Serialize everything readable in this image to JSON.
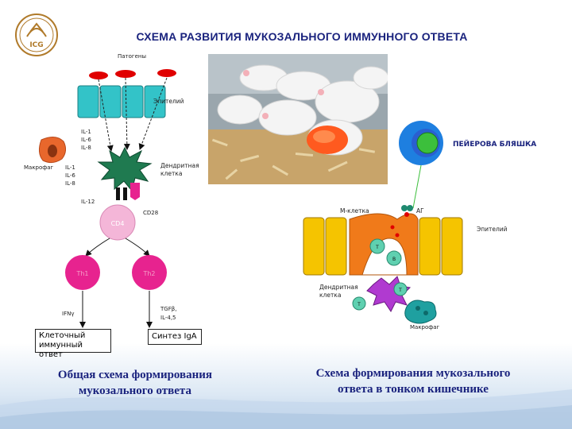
{
  "title": "СХЕМА РАЗВИТИЯ МУКОЗАЛЬНОГО ИММУННОГО ОТВЕТА",
  "logo": {
    "text": "ICG"
  },
  "left_diagram": {
    "pathogens": "Патогены",
    "epithelium": "Эпителий",
    "il_top": [
      "IL-1",
      "IL-6",
      "IL-8"
    ],
    "macrophage": "Макрофаг",
    "il_mid": [
      "IL-1",
      "IL-6",
      "IL-8"
    ],
    "dendritic": [
      "Дендритная",
      "клетка"
    ],
    "il12": "IL-12",
    "cd28": "CD28",
    "cd4": "CD4",
    "th1": "Th1",
    "th2": "Th2",
    "ifn": "IFNγ",
    "tgf": [
      "TGFβ,",
      "IL-4,5"
    ],
    "box_cellular": [
      "Клеточный",
      "иммунный ответ"
    ],
    "box_iga": "Синтез IgA",
    "caption": [
      "Общая схема  формирования",
      "мукозального ответа"
    ]
  },
  "right_diagram": {
    "peyer": "ПЕЙЕРОВА БЛЯШКА",
    "m_cell": "М-клетка",
    "ag": "АГ",
    "epithelium": "Эпителий",
    "dendritic": [
      "Дендритная",
      "клетка"
    ],
    "macrophage": "Макрофаг",
    "t1": "T",
    "b": "B",
    "t2": "T",
    "t3": "T",
    "caption": [
      "Схема формирования мукозального",
      "ответа в  тонком  кишечнике"
    ]
  },
  "colors": {
    "title": "#1a237e",
    "epithelium_left": "#33c3c8",
    "epithelium_right": "#f5c400",
    "m_cell": "#f07a1a",
    "dendritic": "#1f7a50",
    "macrophage": "#e8672c",
    "cd4": "#f4b6d8",
    "th": "#e7238f",
    "pathogen": "#e00000",
    "peyer_outer": "#1e7fe0",
    "peyer_inner": "#3cbf3c"
  }
}
